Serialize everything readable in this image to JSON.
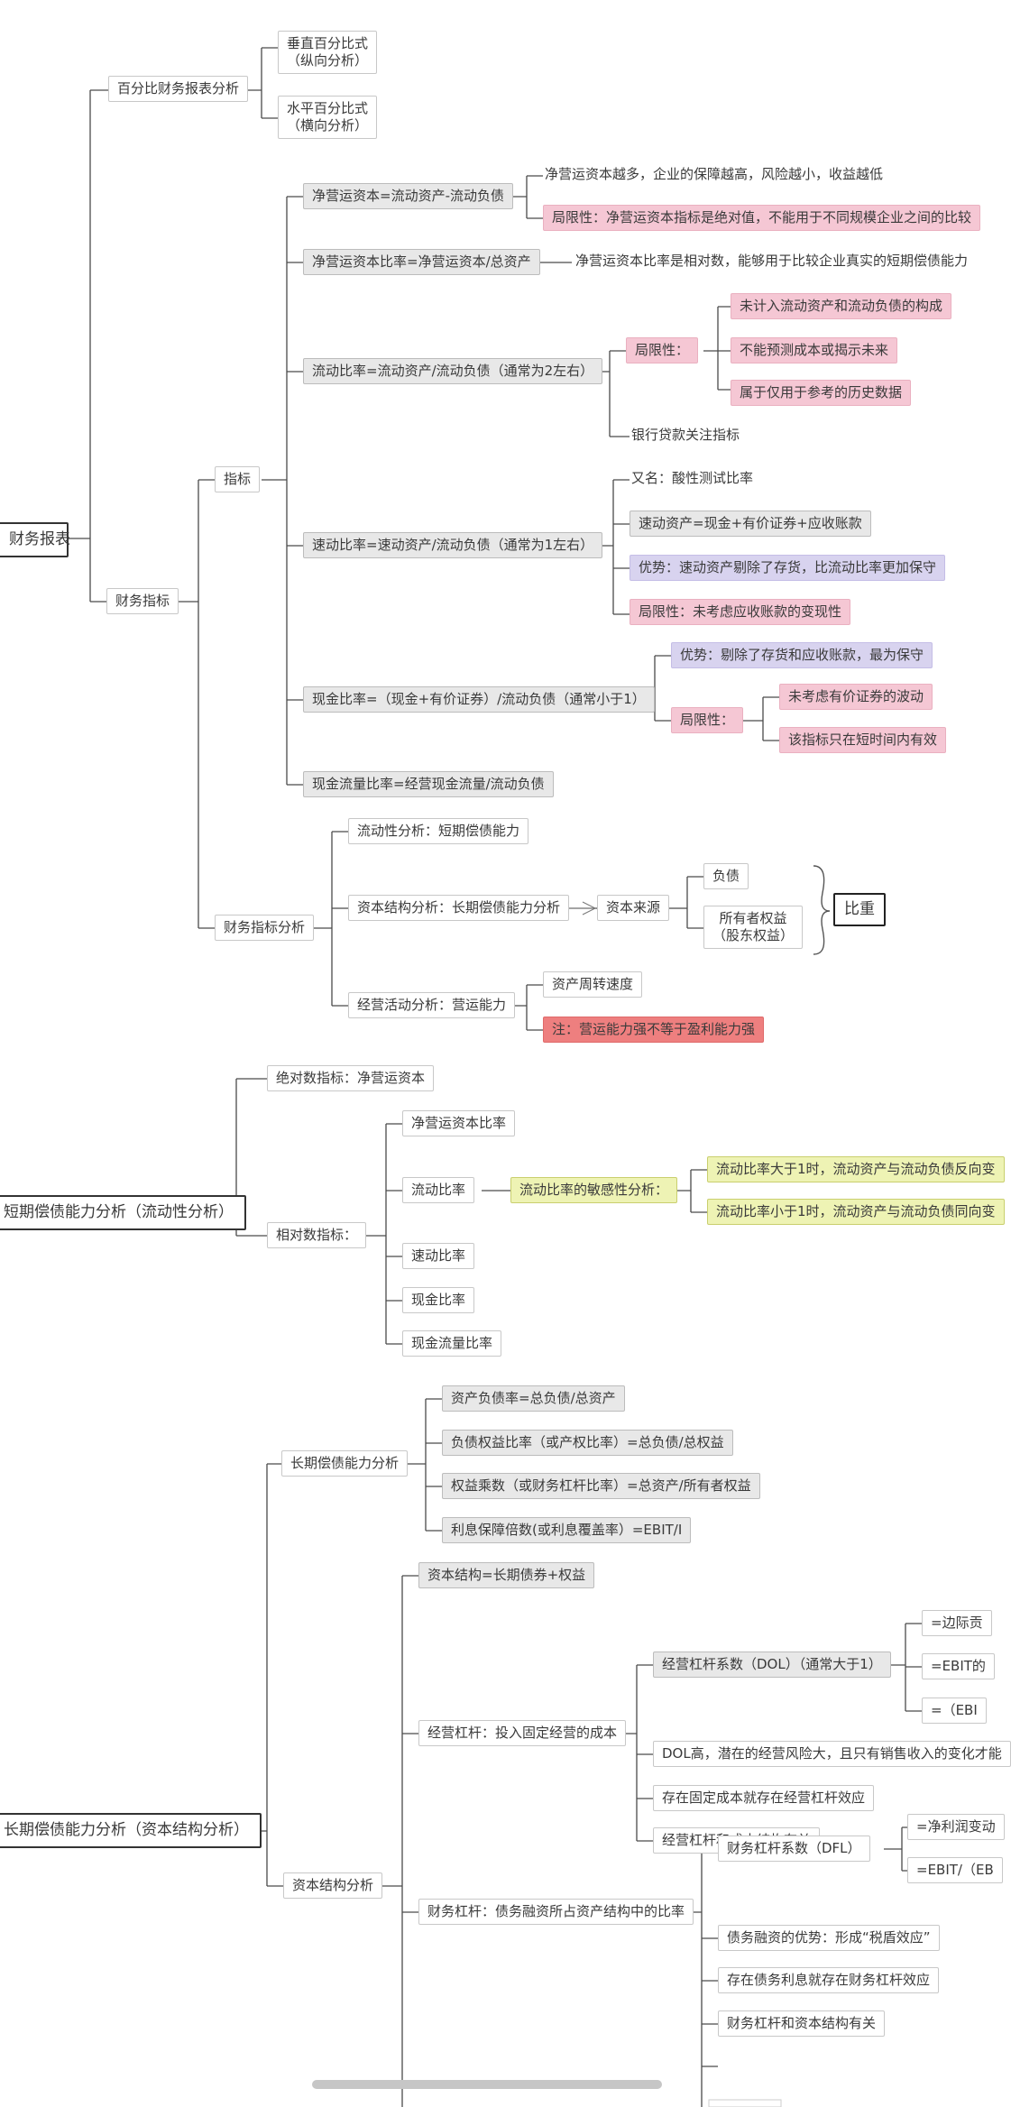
{
  "nodes": {
    "n1": "财务报表",
    "n2": "百分比财务报表分析",
    "n3": "垂直百分比式\n（纵向分析）",
    "n4": "水平百分比式\n（横向分析）",
    "n5": "财务指标",
    "n6": "指标",
    "n7": "净营运资本=流动资产-流动负债",
    "n8": "净营运资本越多，企业的保障越高，风险越小，收益越低",
    "n9": "局限性：净营运资本指标是绝对值，不能用于不同规模企业之间的比较",
    "n10": "净营运资本比率=净营运资本/总资产",
    "n11": "净营运资本比率是相对数，能够用于比较企业真实的短期偿债能力",
    "n12": "流动比率=流动资产/流动负债（通常为2左右）",
    "n13": "局限性：",
    "n14": "未计入流动资产和流动负债的构成",
    "n15": "不能预测成本或揭示未来",
    "n16": "属于仅用于参考的历史数据",
    "n17": "银行贷款关注指标",
    "n18": "速动比率=速动资产/流动负债（通常为1左右）",
    "n19": "又名：酸性测试比率",
    "n20": "速动资产=现金+有价证券+应收账款",
    "n21": "优势：速动资产剔除了存货，比流动比率更加保守",
    "n22": "局限性：未考虑应收账款的变现性",
    "n23": "现金比率=（现金+有价证券）/流动负债（通常小于1）",
    "n24": "优势：剔除了存货和应收账款，最为保守",
    "n25": "局限性：",
    "n26": "未考虑有价证券的波动",
    "n27": "该指标只在短时间内有效",
    "n28": "现金流量比率=经营现金流量/流动负债",
    "n29": "财务指标分析",
    "n30": "流动性分析：短期偿债能力",
    "n31": "资本结构分析：长期偿债能力分析",
    "n32": "资本来源",
    "n33": "负债",
    "n34": "所有者权益\n（股东权益）",
    "n35": "比重",
    "n36": "经营活动分析：营运能力",
    "n37": "资产周转速度",
    "n38": "注：营运能力强不等于盈利能力强",
    "n39": "短期偿债能力分析（流动性分析）",
    "n40": "绝对数指标：净营运资本",
    "n41": "相对数指标：",
    "n42": "净营运资本比率",
    "n43": "流动比率",
    "n44": "流动比率的敏感性分析：",
    "n45": "流动比率大于1时，流动资产与流动负债反向变",
    "n46": "流动比率小于1时，流动资产与流动负债同向变",
    "n47": "速动比率",
    "n48": "现金比率",
    "n49": "现金流量比率",
    "n50": "长期偿债能力分析（资本结构分析）",
    "n51": "长期偿债能力分析",
    "n52": "资产负债率=总负债/总资产",
    "n53": "负债权益比率（或产权比率）=总负债/总权益",
    "n54": "权益乘数（或财务杠杆比率）=总资产/所有者权益",
    "n55": "利息保障倍数(或利息覆盖率）=EBIT/I",
    "n56": "资本结构分析",
    "n57": "资本结构=长期债券+权益",
    "n58": "经营杠杆：投入固定经营的成本",
    "n59": "经营杠杆系数（DOL）（通常大于1）",
    "n60": "=边际贡",
    "n61": "=EBIT的",
    "n62": "=（EBI",
    "n63": "DOL高，潜在的经营风险大，且只有销售收入的变化才能",
    "n64": "存在固定成本就存在经营杠杆效应",
    "n65": "经营杠杆和成本结构有关",
    "n66": "财务杠杆：债务融资所占资产结构中的比率",
    "n67": "财务杠杆系数（DFL）",
    "n68": "=净利润变动",
    "n69": "=EBIT/（EB",
    "n70": "债务融资的优势：形成“税盾效应”",
    "n71": "存在债务利息就存在财务杠杆效应",
    "n72": "财务杠杆和资本结构有关"
  }
}
